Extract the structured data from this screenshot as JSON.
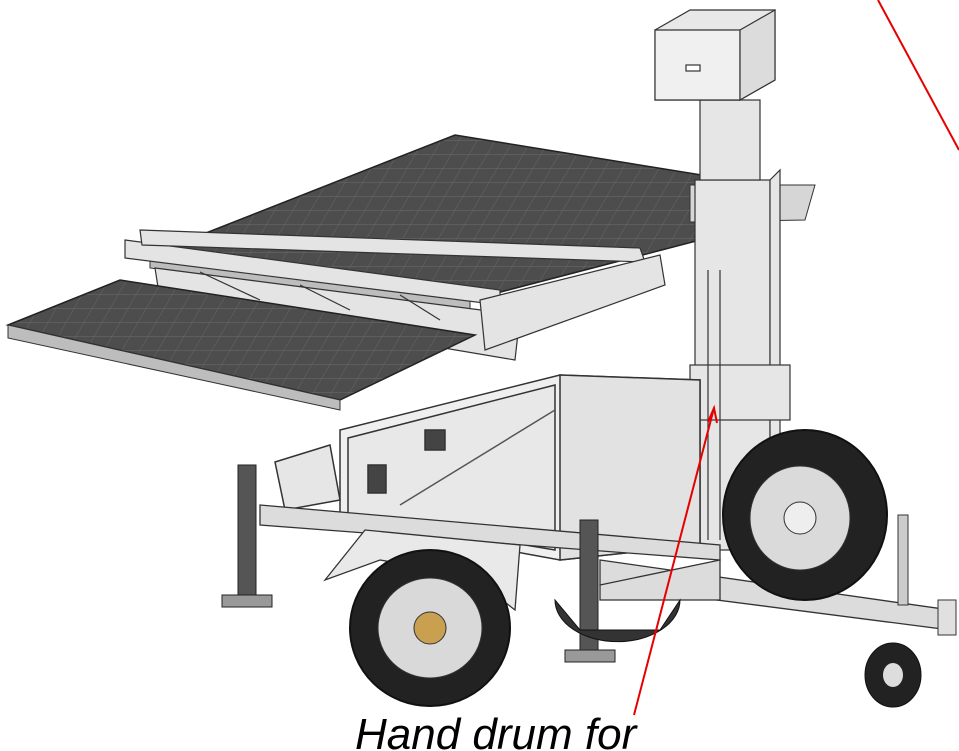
{
  "caption": {
    "text": "Hand drum for"
  },
  "colors": {
    "annotation_line": "#e60000",
    "panel": "#4a4a4a",
    "frame": "#dcdcdc",
    "tire": "#222222",
    "outline": "#333333"
  },
  "icons": {
    "solar_panel": "solar-panel-array",
    "mast": "telescopic-mast",
    "camera_box": "equipment-enclosure",
    "wheel": "trailer-wheel",
    "spare_tire": "spare-tire",
    "jockey_wheel": "jockey-wheel",
    "hand_drum": "hand-drum-winch",
    "stabilizer": "stabilizer-leg"
  }
}
